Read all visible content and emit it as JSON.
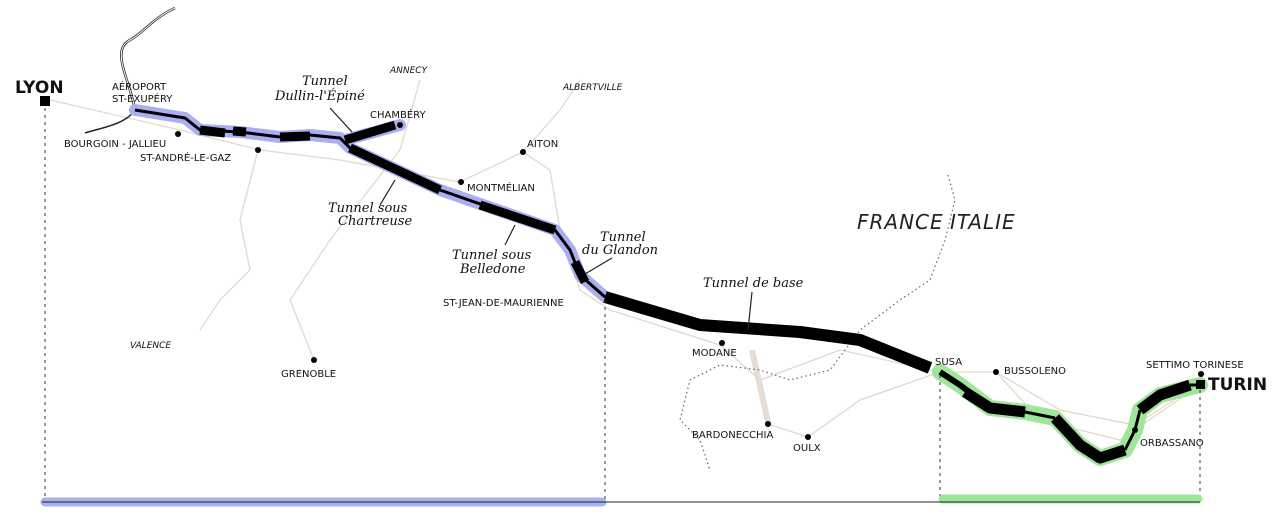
{
  "colors": {
    "france_section": "#a9aff0",
    "italy_section": "#9fe59a",
    "route": "#000000",
    "roads": "#e2d9cc"
  },
  "cities": {
    "lyon": "LYON",
    "turin": "TURIN",
    "airport_line1": "AÉROPORT",
    "airport_line2": "ST-EXUPÉRY",
    "bourgoin": "BOURGOIN - JALLIEU",
    "st_andre": "ST-ANDRÉ-LE-GAZ",
    "annecy": "ANNECY",
    "chambery": "CHAMBÉRY",
    "albertville": "ALBERTVILLE",
    "aiton": "AITON",
    "montmelian": "MONTMÉLIAN",
    "st_jean": "ST-JEAN-DE-MAURIENNE",
    "valence": "VALENCE",
    "grenoble": "GRENOBLE",
    "modane": "MODANE",
    "bardonecchia": "BARDONECCHIA",
    "oulx": "OULX",
    "susa": "SUSA",
    "bussoleno": "BUSSOLENO",
    "settimo": "SETTIMO TORINESE",
    "orbassano": "ORBASSANO"
  },
  "tunnels": {
    "dullin_line1": "Tunnel",
    "dullin_line2": "Dullin-l'Épiné",
    "chartreuse_line1": "Tunnel sous",
    "chartreuse_line2": "Chartreuse",
    "belledone_line1": "Tunnel sous",
    "belledone_line2": "Belledone",
    "glandon_line1": "Tunnel",
    "glandon_line2": "du Glandon",
    "base": "Tunnel de base"
  },
  "border": {
    "france": "FRANCE",
    "italie": "ITALIE"
  }
}
